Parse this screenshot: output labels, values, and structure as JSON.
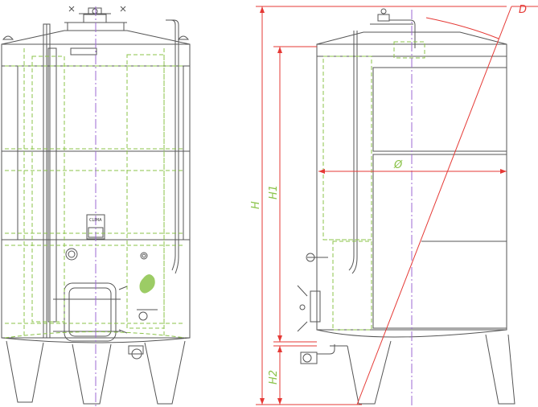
{
  "drawing": {
    "dimension_labels": {
      "diameter_right": "Ø",
      "diameter_top": "D",
      "height_total": "H",
      "height_body": "H1",
      "height_legs": "H2"
    },
    "colors": {
      "outline": "#555555",
      "hidden_lines": "#8bc34a",
      "dimension_lines": "#e53935",
      "axis_lines": "#9c6ad3"
    },
    "nameplate_text": "CLIMA"
  }
}
